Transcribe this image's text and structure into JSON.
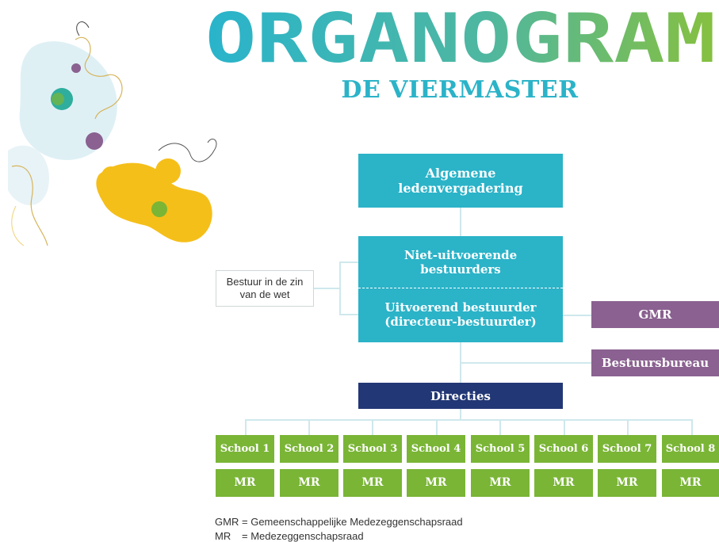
{
  "header": {
    "title": "ORGANOGRAM",
    "subtitle": "DE VIERMASTER"
  },
  "org": {
    "general_assembly": "Algemene ledenvergadering",
    "non_executive": "Niet-uitvoerende bestuurders",
    "executive": "Uitvoerend bestuurder (directeur-bestuurder)",
    "board_by_law": "Bestuur in de zin van de wet",
    "gmr": "GMR",
    "board_office": "Bestuursbureau",
    "directors": "Directies",
    "schools": [
      "School 1",
      "School 2",
      "School 3",
      "School 4",
      "School 5",
      "School 6",
      "School 7",
      "School 8"
    ],
    "mr_label": "MR"
  },
  "legend": [
    {
      "abbr": "GMR",
      "text": "= Gemeenschappelijke Medezeggenschapsraad"
    },
    {
      "abbr": "MR",
      "text": "= Medezeggenschapsraad"
    }
  ],
  "colors": {
    "teal": "#2bb3c8",
    "purple": "#8a6190",
    "navy": "#223775",
    "green": "#7ab536",
    "yellow": "#f5bf1a"
  }
}
